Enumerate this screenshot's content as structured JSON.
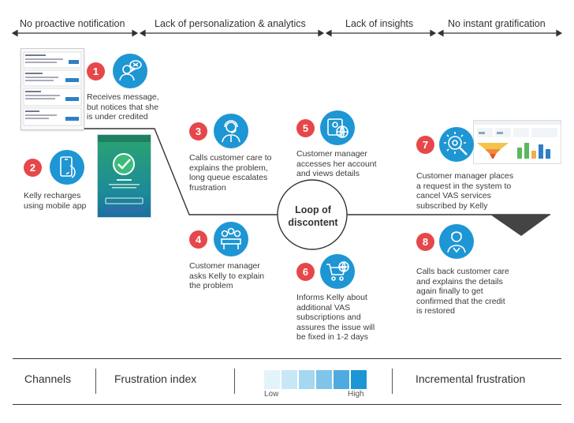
{
  "headers": [
    "No proactive notification",
    "Lack of personalization & analytics",
    "Lack of insights",
    "No instant gratification"
  ],
  "loop": {
    "line1": "Loop of",
    "line2": "discontent"
  },
  "steps": [
    {
      "n": "1",
      "icon": "chat-person-icon",
      "lines": [
        "Receives message,",
        "but notices that she",
        "is under credited"
      ]
    },
    {
      "n": "2",
      "icon": "mobile-phone-icon",
      "lines": [
        "Kelly recharges",
        "using mobile app"
      ]
    },
    {
      "n": "3",
      "icon": "call-center-agent-icon",
      "lines": [
        "Calls customer care to",
        "explains the problem,",
        "long queue escalates",
        "frustration"
      ]
    },
    {
      "n": "4",
      "icon": "meeting-group-icon",
      "lines": [
        "Customer manager",
        "asks Kelly to explain",
        "the problem"
      ]
    },
    {
      "n": "5",
      "icon": "account-globe-icon",
      "lines": [
        "Customer manager",
        "accesses her account",
        "and views details"
      ]
    },
    {
      "n": "6",
      "icon": "cart-globe-icon",
      "lines": [
        "Informs Kelly about",
        "additional VAS",
        "subscriptions and",
        "assures the issue will",
        "be fixed in 1-2 days"
      ]
    },
    {
      "n": "7",
      "icon": "gear-settings-icon",
      "lines": [
        "Customer manager places",
        "a request in the system to",
        "cancel VAS services",
        "subscribed by Kelly"
      ]
    },
    {
      "n": "8",
      "icon": "user-support-icon",
      "lines": [
        "Calls back customer care",
        "and explains the details",
        "again finally to get",
        "confirmed that the credit",
        "is restored"
      ]
    }
  ],
  "footer": {
    "channels": "Channels",
    "frustration_index": "Frustration index",
    "low": "Low",
    "high": "High",
    "incremental": "Incremental frustration"
  },
  "colors": {
    "accent": "#1e96d4",
    "number_badge": "#e6474a",
    "scale": [
      "#e3f3fb",
      "#c7e7f6",
      "#a6d7f0",
      "#7fc4e9",
      "#4fabdf",
      "#1e96d4"
    ]
  }
}
